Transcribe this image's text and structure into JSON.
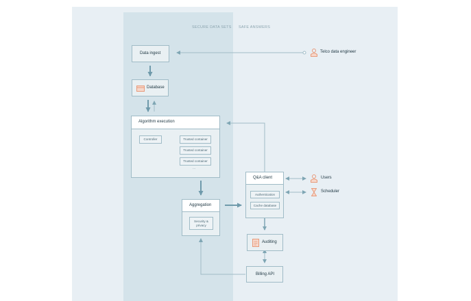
{
  "zones": {
    "secure_label": "SECURE DATA SETS",
    "safe_label": "SAFE ANSWERS"
  },
  "nodes": {
    "data_ingest": "Data ingest",
    "database": "Database",
    "algorithm_execution": "Algorithm execution",
    "controller": "Controller",
    "trusted_container_1": "Trusted container",
    "trusted_container_2": "Trusted container",
    "trusted_container_3": "Trusted container",
    "ellipsis": "...",
    "aggregation": "Aggregation",
    "security_privacy": "Security & privacy",
    "qa_client": "Q&A client",
    "authentication": "Authentication",
    "cache_database": "Cache database",
    "auditing": "Auditing",
    "billing_api": "Billing API"
  },
  "actors": {
    "telco_engineer": "Telco data engineer",
    "users": "Users",
    "scheduler": "Scheduler"
  },
  "colors": {
    "accent": "#e89a7a",
    "line": "#7fa6b4",
    "secure_zone": "#d4e3ea"
  },
  "icons": [
    "person-icon",
    "database-icon",
    "document-icon",
    "hourglass-icon"
  ]
}
